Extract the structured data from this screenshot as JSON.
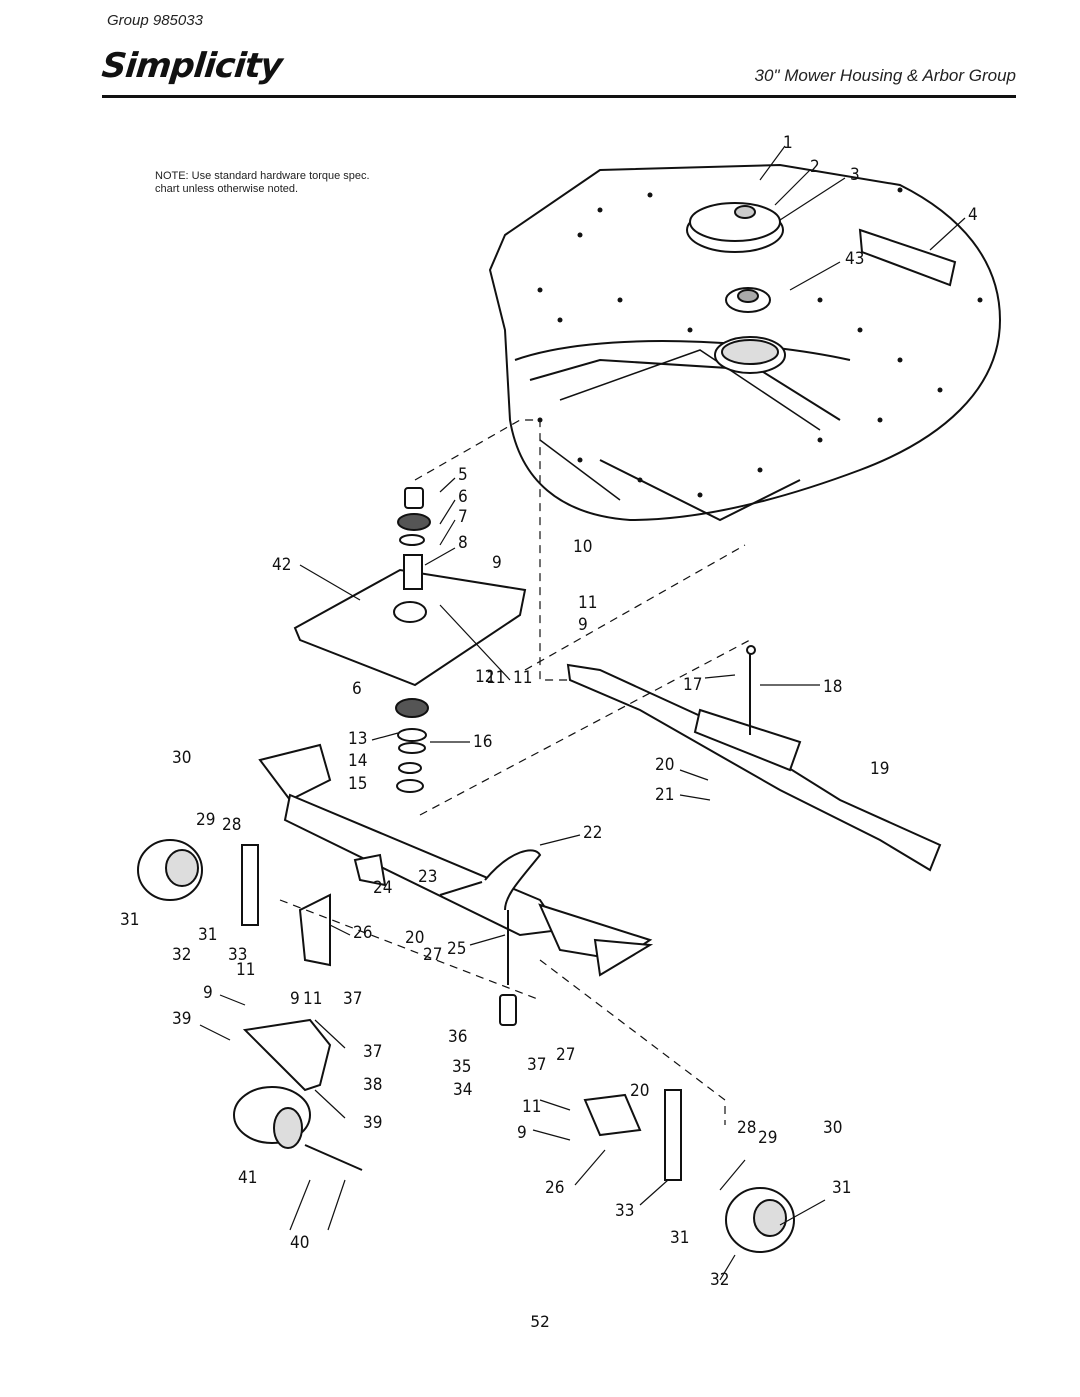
{
  "header": {
    "group": "Group 985033",
    "brand": "Simplicity",
    "section_title": "30\" Mower Housing & Arbor Group"
  },
  "note": "NOTE: Use standard hardware torque spec. chart unless otherwise noted.",
  "page_number": "52",
  "callouts": [
    "1",
    "2",
    "3",
    "4",
    "43",
    "5",
    "6",
    "7",
    "8",
    "9",
    "10",
    "42",
    "11",
    "11",
    "9",
    "12",
    "11",
    "6",
    "17",
    "18",
    "13",
    "16",
    "14",
    "15",
    "30",
    "20",
    "19",
    "21",
    "29",
    "28",
    "22",
    "31",
    "24",
    "23",
    "26",
    "31",
    "33",
    "20",
    "32",
    "27",
    "25",
    "11",
    "9",
    "9",
    "11",
    "37",
    "39",
    "37",
    "36",
    "27",
    "35",
    "37",
    "38",
    "20",
    "34",
    "39",
    "11",
    "28",
    "30",
    "29",
    "9",
    "41",
    "26",
    "31",
    "33",
    "40",
    "31",
    "32"
  ]
}
